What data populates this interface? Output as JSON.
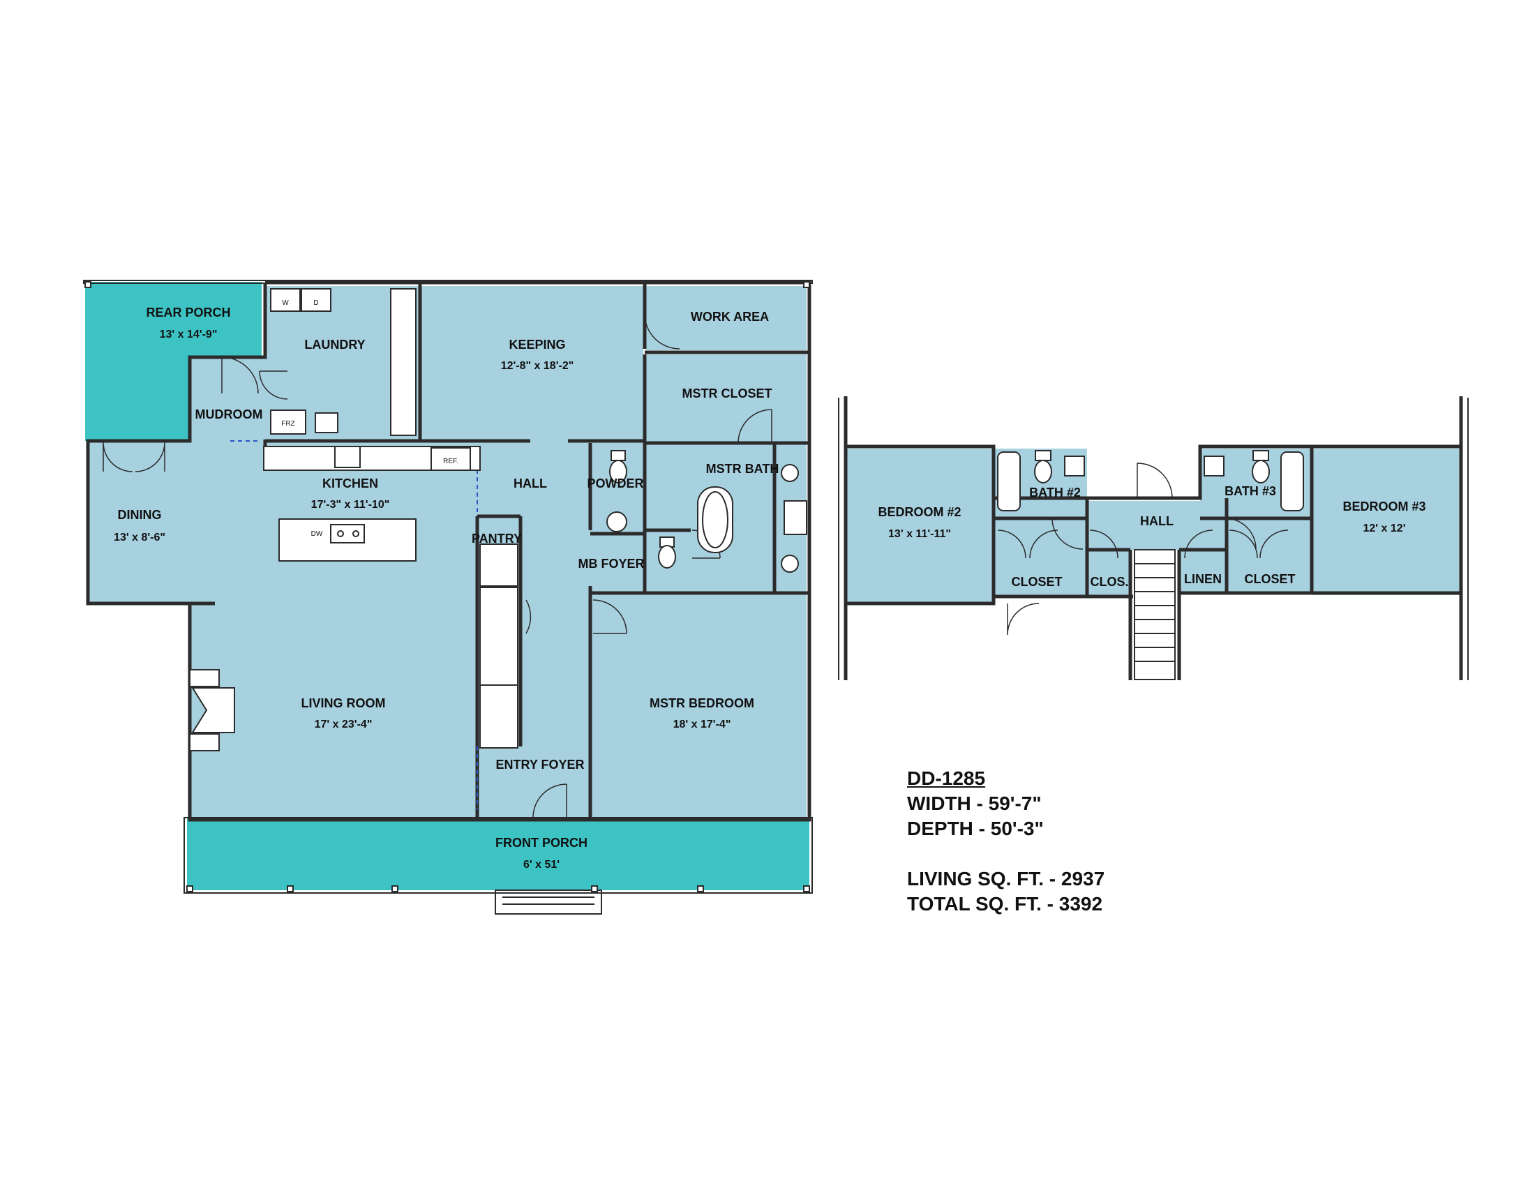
{
  "plan_number": "DD-1285",
  "specs": {
    "width": "WIDTH - 59'-7\"",
    "depth": "DEPTH - 50'-3\"",
    "living_sqft": "LIVING SQ. FT. - 2937",
    "total_sqft": "TOTAL SQ. FT. - 3392"
  },
  "colors": {
    "room_fill": "#a8d1e0",
    "porch_fill": "#3ec3c5",
    "wall": "#2b2b2b"
  },
  "first_floor": {
    "rear_porch": {
      "name": "REAR PORCH",
      "size": "13' x 14'-9\""
    },
    "laundry": {
      "name": "LAUNDRY",
      "washer": "W",
      "dryer": "D",
      "freezer": "FRZ"
    },
    "mudroom": {
      "name": "MUDROOM"
    },
    "keeping": {
      "name": "KEEPING",
      "size": "12'-8\" x 18'-2\""
    },
    "work_area": {
      "name": "WORK AREA"
    },
    "mstr_closet": {
      "name": "MSTR CLOSET"
    },
    "dining": {
      "name": "DINING",
      "size": "13' x 8'-6\""
    },
    "kitchen": {
      "name": "KITCHEN",
      "size": "17'-3\" x 11'-10\"",
      "dishwasher": "DW",
      "refrigerator": "REF."
    },
    "hall": {
      "name": "HALL"
    },
    "powder": {
      "name": "POWDER"
    },
    "mstr_bath": {
      "name": "MSTR BATH"
    },
    "pantry": {
      "name": "PANTRY"
    },
    "mb_foyer": {
      "name": "MB FOYER"
    },
    "living_room": {
      "name": "LIVING ROOM",
      "size": "17' x 23'-4\""
    },
    "entry_foyer": {
      "name": "ENTRY FOYER"
    },
    "mstr_bedroom": {
      "name": "MSTR BEDROOM",
      "size": "18' x 17'-4\""
    },
    "front_porch": {
      "name": "FRONT PORCH",
      "size": "6' x 51'"
    }
  },
  "second_floor": {
    "bedroom2": {
      "name": "BEDROOM #2",
      "size": "13' x 11'-11\""
    },
    "bath2": {
      "name": "BATH #2"
    },
    "hall": {
      "name": "HALL"
    },
    "bath3": {
      "name": "BATH #3"
    },
    "bedroom3": {
      "name": "BEDROOM #3",
      "size": "12' x 12'"
    },
    "closet_left": {
      "name": "CLOSET"
    },
    "clos": {
      "name": "CLOS."
    },
    "linen": {
      "name": "LINEN"
    },
    "closet_right": {
      "name": "CLOSET"
    }
  }
}
